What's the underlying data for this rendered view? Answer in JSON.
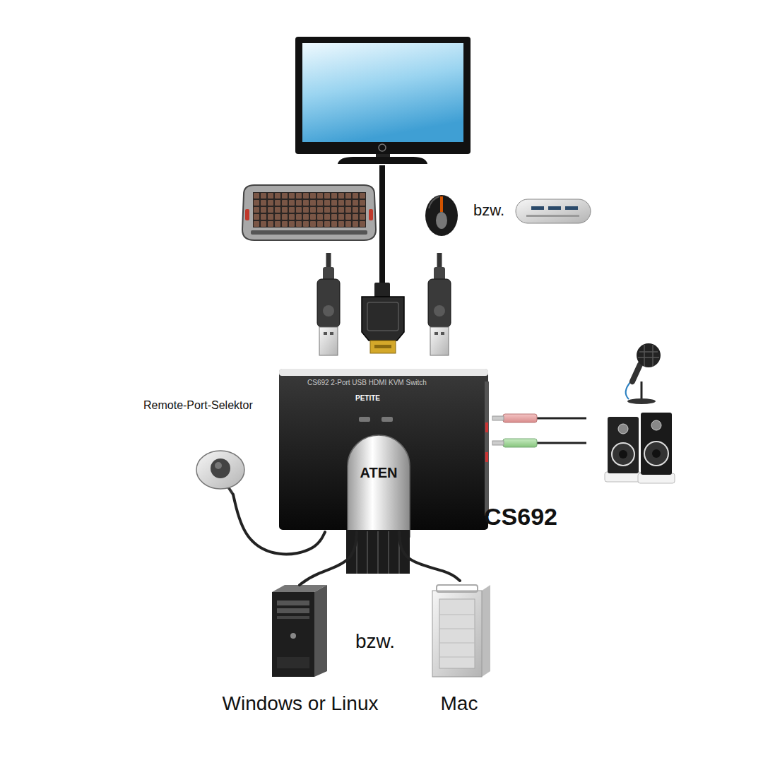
{
  "diagram": {
    "nodes": [
      {
        "text": [
          "CS692 2-Port USB HDMI KVM Switch",
          "PETITE",
          "ATEN",
          "CS692"
        ]
      },
      {
        "text": [
          "Remote-Port-Selektor"
        ]
      },
      {
        "text": [
          "Windows or Linux"
        ]
      },
      {
        "text": [
          "Mac"
        ]
      }
    ],
    "edges": [
      {
        "from": 1,
        "to": 0,
        "arrow": "none"
      },
      {
        "from": 0,
        "to": 2,
        "arrow": "none"
      },
      {
        "from": 0,
        "to": 3,
        "arrow": "none"
      }
    ],
    "labels": [
      "bzw.",
      "bzw."
    ]
  }
}
